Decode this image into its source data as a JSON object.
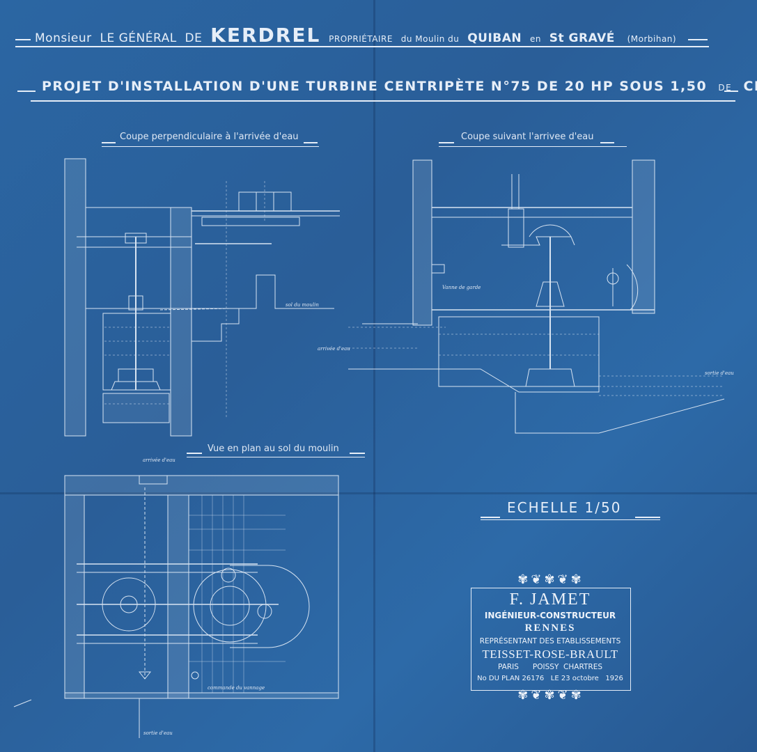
{
  "header": {
    "monsieur": "Monsieur",
    "general": "LE GÉNÉRAL",
    "de": "DE",
    "kerdrel": "KERDREL",
    "proprietaire": "PROPRIÉTAIRE",
    "du_moulin": "du Moulin du",
    "quiban": "QUIBAN",
    "en": "en",
    "st_grave": "St GRAVÉ",
    "morbihan": "(Morbihan)"
  },
  "project": {
    "title": "PROJET D'INSTALLATION D'UNE TURBINE CENTRIPÈTE N°75 DE 20 HP SOUS 1,50",
    "de": "DE",
    "chute": "CHUTE"
  },
  "views": {
    "left_section": "Coupe perpendiculaire à l'arrivée d'eau",
    "right_section": "Coupe suivant l'arrivee d'eau",
    "plan": "Vue en plan au sol du moulin"
  },
  "scale": "ECHELLE 1/50",
  "stamp": {
    "name": "F. JAMET",
    "role": "INGÉNIEUR-CONSTRUCTEUR",
    "city": "RENNES",
    "rep": "REPRÉSENTANT DES ETABLISSEMENTS",
    "firm": "TEISSET-ROSE-BRAULT",
    "cities": "PARIS      POISSY  CHARTRES",
    "plan_no": "No DU PLAN 26176   LE 23 octobre   1926"
  },
  "annotations": {
    "sol_moulin": "sol du moulin",
    "arrivee_eau": "arrivée d'eau",
    "sortie_eau": "sortie d'eau",
    "commande": "commande du vannage",
    "vanne": "Vanne de garde"
  }
}
